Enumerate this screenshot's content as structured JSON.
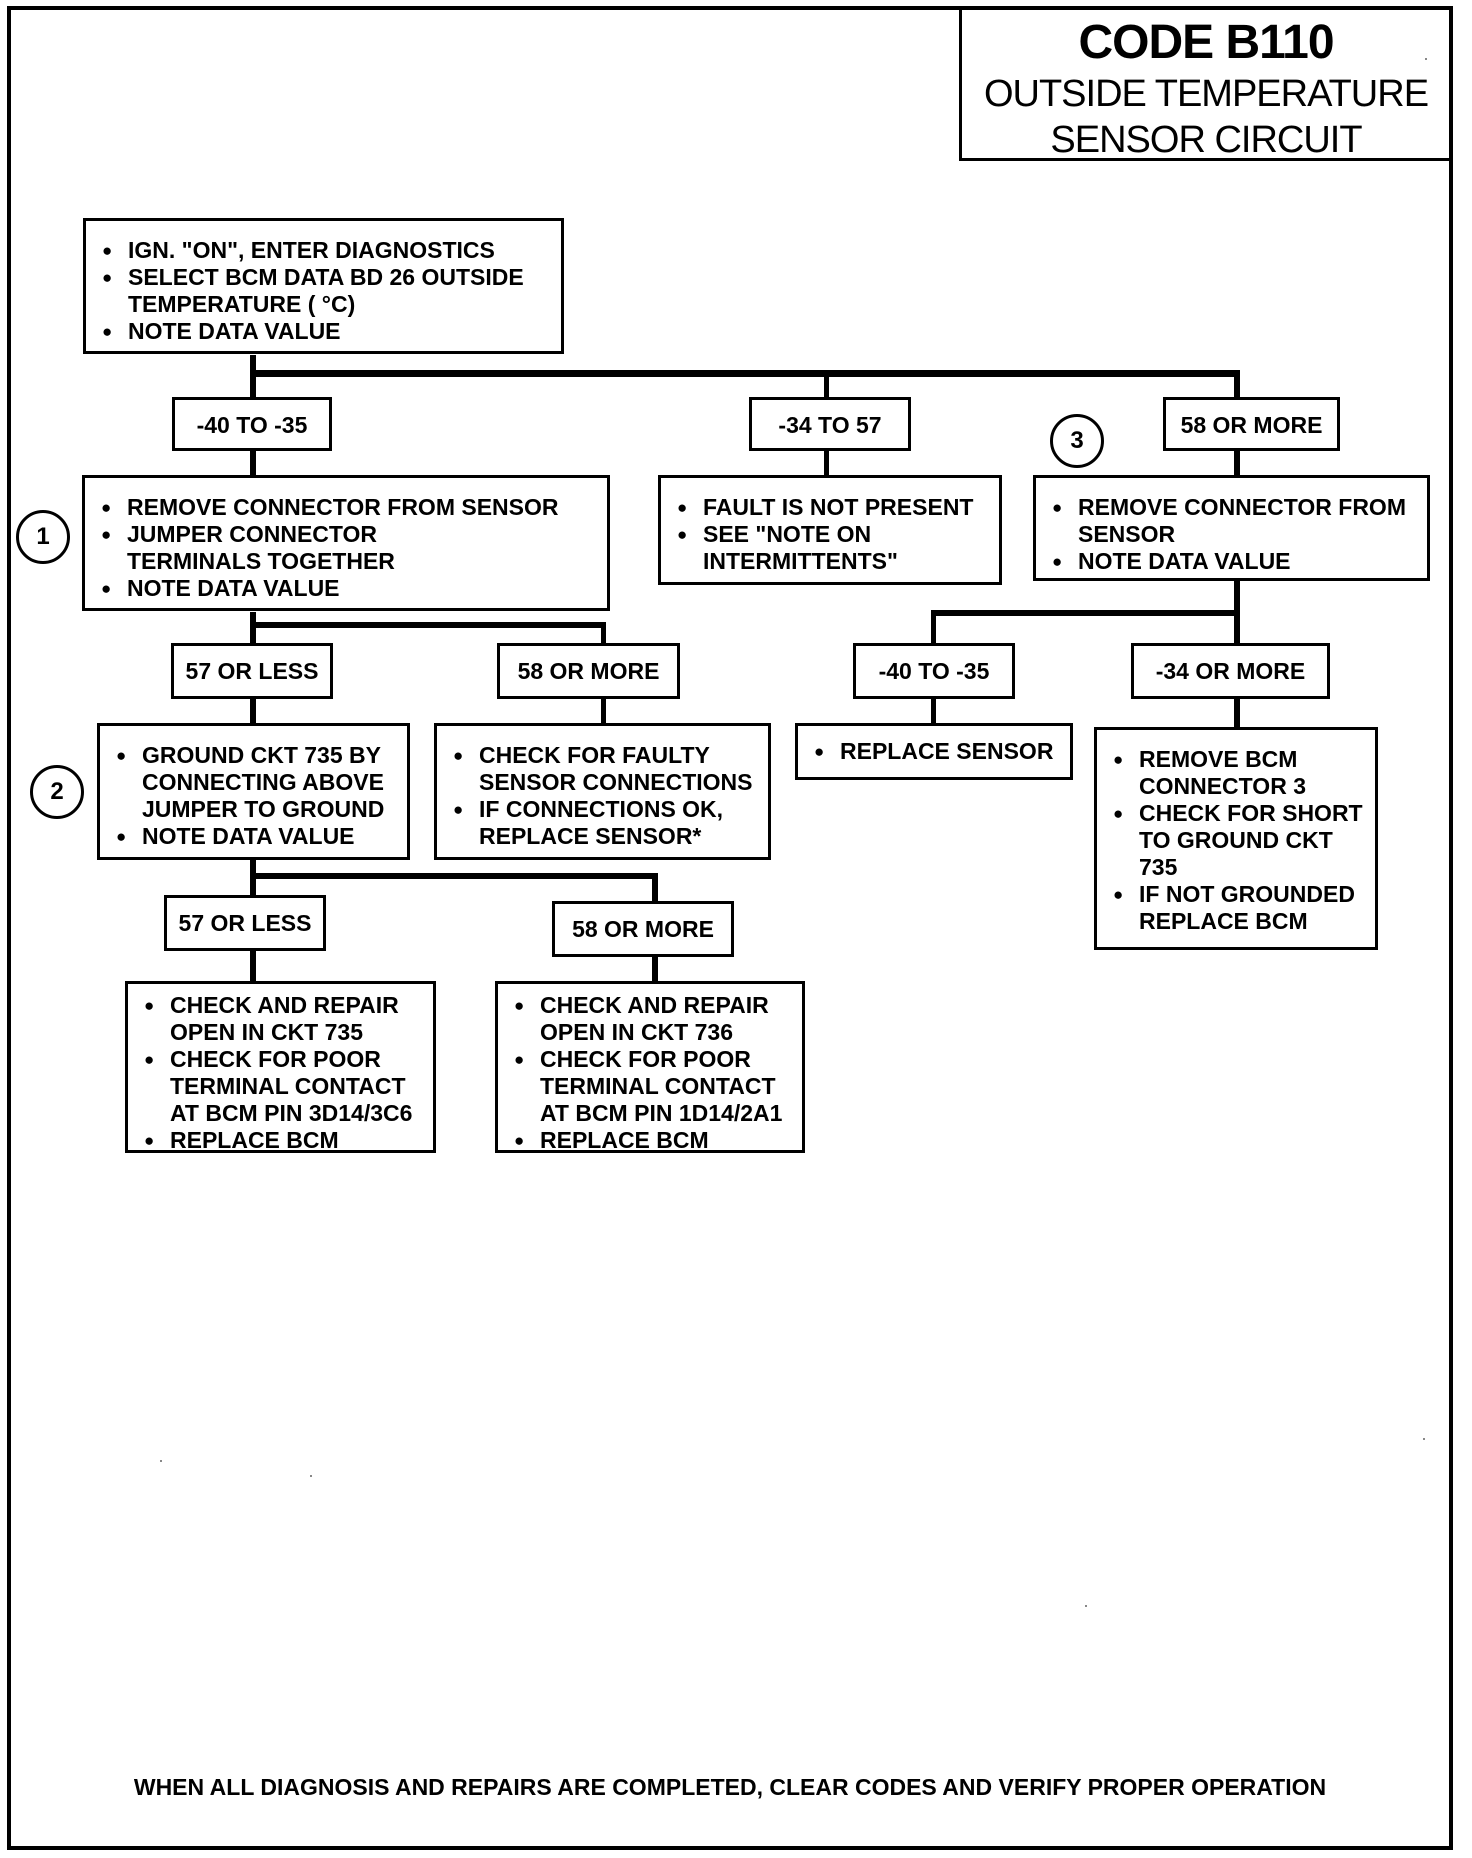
{
  "title": {
    "code": "CODE B110",
    "line1": "OUTSIDE TEMPERATURE",
    "line2": "SENSOR CIRCUIT"
  },
  "start": {
    "items": [
      "IGN. \"ON\", ENTER DIAGNOSTICS",
      "SELECT BCM DATA BD 26 OUTSIDE\nTEMPERATURE ( °C)",
      "NOTE DATA VALUE"
    ]
  },
  "branches": {
    "range_low": "-40 TO -35",
    "range_mid": "-34 TO 57",
    "range_high": "58 OR MORE"
  },
  "step1": {
    "number": "1",
    "items": [
      "REMOVE CONNECTOR FROM SENSOR",
      "JUMPER CONNECTOR\nTERMINALS TOGETHER",
      "NOTE DATA VALUE"
    ],
    "branch_a": "57 OR LESS",
    "branch_b": "58 OR MORE"
  },
  "mid_result": {
    "items": [
      "FAULT IS NOT PRESENT",
      "SEE \"NOTE ON\nINTERMITTENTS\""
    ]
  },
  "step3": {
    "number": "3",
    "items": [
      "REMOVE CONNECTOR FROM\nSENSOR",
      "NOTE DATA VALUE"
    ],
    "branch_a": "-40 TO -35",
    "branch_b": "-34 OR MORE"
  },
  "step2": {
    "number": "2",
    "items": [
      "GROUND CKT 735 BY\nCONNECTING ABOVE\nJUMPER TO GROUND",
      "NOTE  DATA VALUE"
    ],
    "branch_a": "57 OR LESS",
    "branch_b": "58 OR MORE"
  },
  "faulty_connections": {
    "items": [
      "CHECK FOR FAULTY\nSENSOR CONNECTIONS",
      "IF CONNECTIONS OK,\nREPLACE SENSOR*"
    ]
  },
  "replace_sensor": {
    "items": [
      "REPLACE SENSOR"
    ]
  },
  "bcm_short": {
    "items": [
      "REMOVE BCM\nCONNECTOR 3",
      "CHECK FOR SHORT\nTO GROUND CKT\n735",
      "IF NOT GROUNDED\nREPLACE BCM"
    ]
  },
  "repair_735": {
    "items": [
      "CHECK AND REPAIR\nOPEN IN CKT 735",
      "CHECK FOR POOR\nTERMINAL CONTACT\nAT BCM PIN 3D14/3C6",
      "REPLACE BCM"
    ]
  },
  "repair_736": {
    "items": [
      "CHECK AND REPAIR\nOPEN IN CKT 736",
      "CHECK FOR POOR\nTERMINAL CONTACT\nAT BCM PIN 1D14/2A1",
      "REPLACE BCM"
    ]
  },
  "footer": "WHEN ALL DIAGNOSIS AND REPAIRS ARE COMPLETED, CLEAR CODES AND VERIFY PROPER OPERATION"
}
